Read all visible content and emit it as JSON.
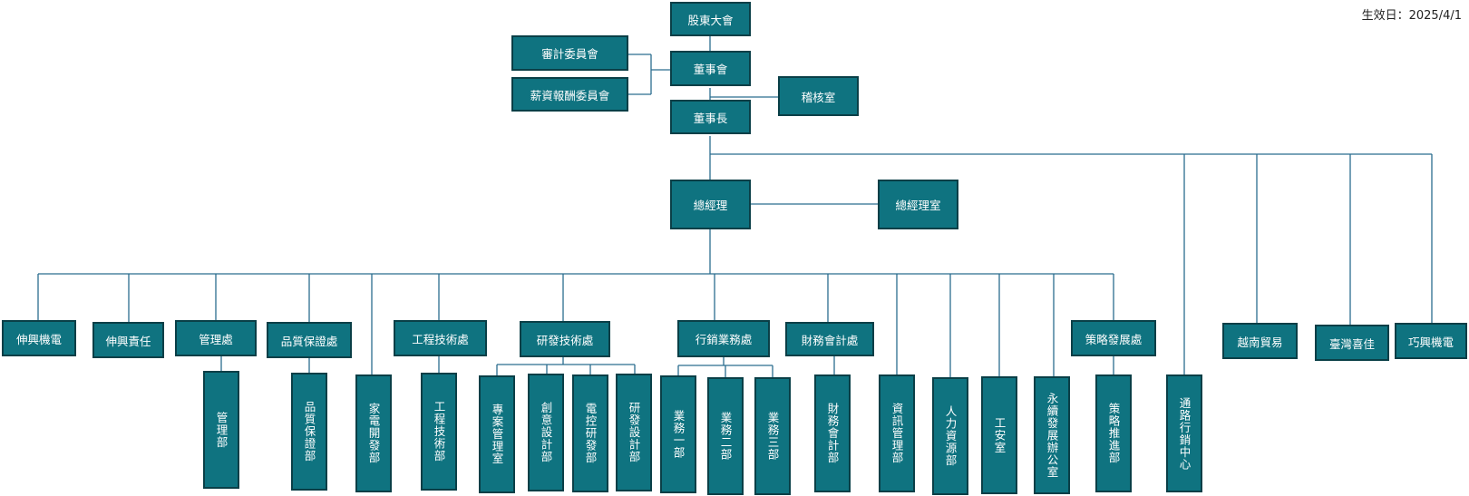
{
  "effective_date": "生效日：2025/4/1",
  "top": {
    "shareholders": "股東大會",
    "board": "董事會",
    "audit_committee": "審計委員會",
    "comp_committee": "薪資報酬委員會",
    "internal_audit": "稽核室",
    "chairman": "董事長",
    "gm": "總經理",
    "gm_office": "總經理室"
  },
  "row1": [
    "伸興機電",
    "伸興責任",
    "管理處",
    "品質保證處",
    "工程技術處",
    "研發技術處",
    "行銷業務處",
    "財務會計處",
    "策略發展處",
    "越南貿易",
    "臺灣喜佳",
    "巧興機電"
  ],
  "row2": [
    "管理部",
    "品質保證部",
    "家電開發部",
    "工程技術部",
    "專案管理室",
    "創意設計部",
    "電控研發部",
    "研發設計部",
    "業務一部",
    "業務二部",
    "業務三部",
    "財務會計部",
    "資訊管理部",
    "人力資源部",
    "工安室",
    "永續發展辦公室",
    "策略推進部",
    "通路行銷中心"
  ]
}
